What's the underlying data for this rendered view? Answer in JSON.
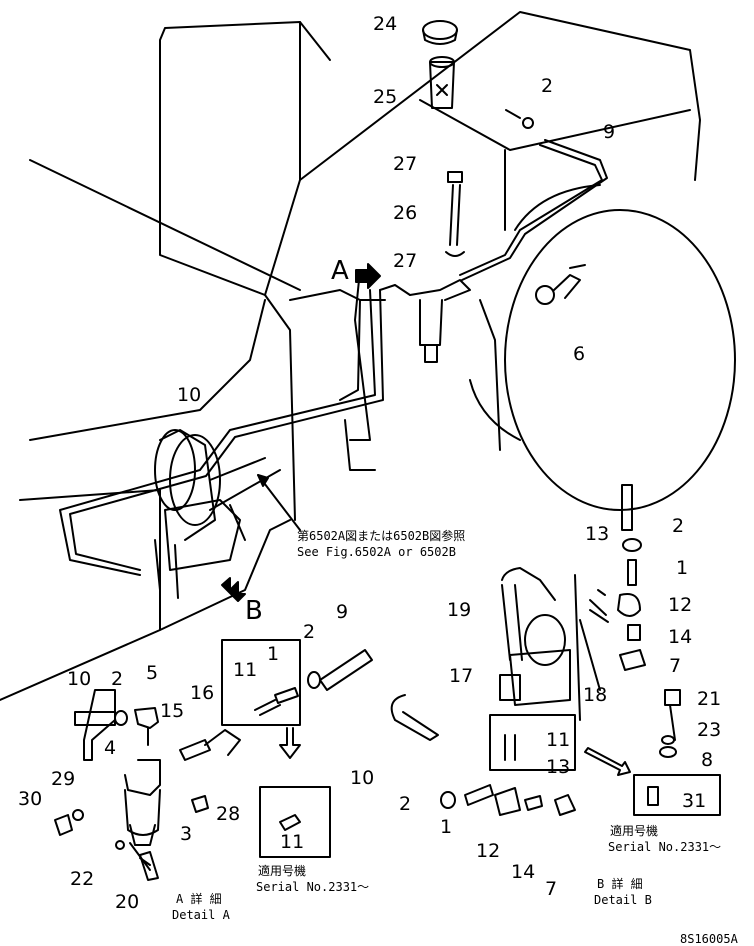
{
  "diagram": {
    "callouts": [
      "24",
      "25",
      "2",
      "9",
      "27",
      "26",
      "27",
      "6",
      "10",
      "13",
      "2",
      "1",
      "12",
      "14",
      "7",
      "19",
      "17",
      "18",
      "21",
      "23",
      "8",
      "11",
      "13",
      "31",
      "9",
      "2",
      "11",
      "1",
      "11",
      "10",
      "2",
      "5",
      "16",
      "15",
      "4",
      "29",
      "30",
      "3",
      "28",
      "22",
      "20",
      "10",
      "2",
      "1",
      "12",
      "14",
      "7"
    ],
    "view_markers": {
      "a": "A",
      "b": "B"
    },
    "reference_note": {
      "jp": "第6502A図または6502B図参照",
      "en": "See Fig.6502A or 6502B"
    },
    "serial_note_left": {
      "jp": "適用号機",
      "en": "Serial No.2331〜"
    },
    "serial_note_right": {
      "jp": "適用号機",
      "en": "Serial No.2331〜"
    },
    "detail_a": {
      "jp": "A 詳 細",
      "en": "Detail A"
    },
    "detail_b": {
      "jp": "B 詳 細",
      "en": "Detail B"
    },
    "page_code": "8S16005A"
  }
}
